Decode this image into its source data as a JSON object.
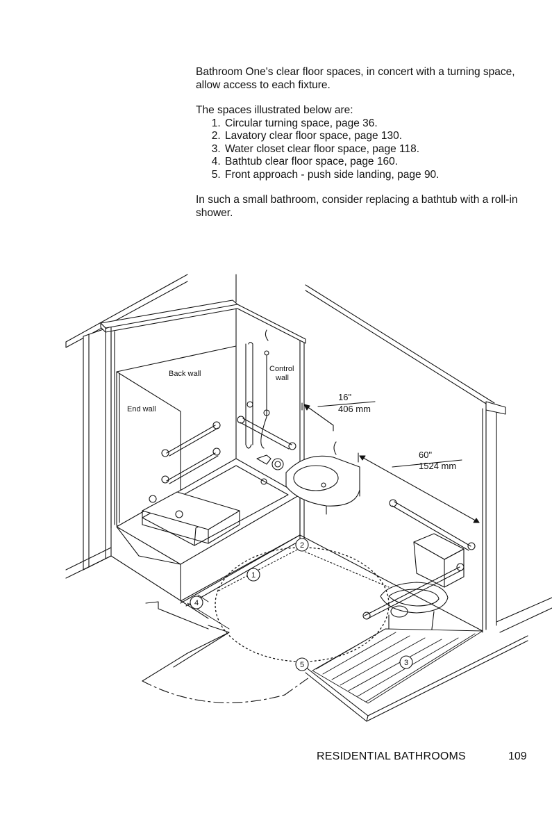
{
  "intro": {
    "paragraph1": "Bathroom One's clear floor spaces, in concert with a turning space, allow access to each fixture.",
    "list_intro": "The spaces illustrated below are:",
    "items": [
      "Circular turning space, page 36.",
      "Lavatory clear floor space, page 130.",
      "Water closet clear floor space, page 118.",
      "Bathtub clear floor space, page 160.",
      "Front approach - push side landing, page 90."
    ],
    "paragraph2": "In such a small bathroom, consider replacing a bathtub with a roll-in shower."
  },
  "drawing": {
    "labels": {
      "back_wall": "Back wall",
      "end_wall": "End wall",
      "control_wall_line1": "Control",
      "control_wall_line2": "wall"
    },
    "dimensions": {
      "d1_imperial": "16\"",
      "d1_metric": "406 mm",
      "d2_imperial": "60\"",
      "d2_metric": "1524 mm"
    },
    "callouts": [
      "1",
      "2",
      "3",
      "4",
      "5"
    ]
  },
  "footer": {
    "section": "RESIDENTIAL BATHROOMS",
    "page_number": "109"
  }
}
